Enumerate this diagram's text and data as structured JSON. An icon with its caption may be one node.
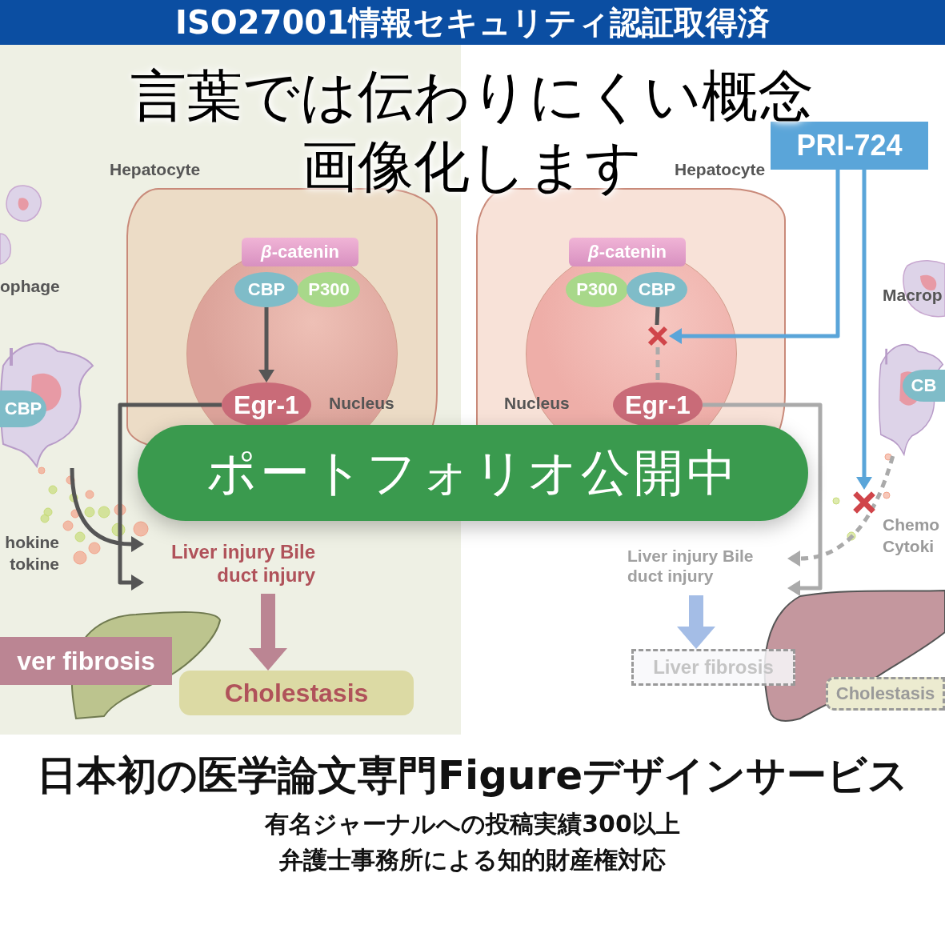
{
  "diagram": {
    "title": "言葉では伝わりにくい概念画像化します",
    "nodes": [
      {
        "text": [
          "ISO27001情報セキュリティ認証取得済"
        ]
      },
      {
        "text": [
          "Hepatocyte"
        ]
      },
      {
        "text": [
          "*β*-catenin"
        ],
        "in": 1
      },
      {
        "text": [
          "Nucleus"
        ],
        "in": 1
      },
      {
        "text": [
          "CBP"
        ],
        "in": 3
      },
      {
        "text": [
          "P300"
        ],
        "in": 3
      },
      {
        "text": [
          "Egr-1"
        ],
        "in": 3
      },
      {
        "text": [
          "Hepatocyte"
        ]
      },
      {
        "text": [
          "*β*-catenin"
        ],
        "in": 7
      },
      {
        "text": [
          "Nucleus"
        ],
        "in": 7
      },
      {
        "text": [
          "P300"
        ],
        "in": 9
      },
      {
        "text": [
          "CBP"
        ],
        "in": 9
      },
      {
        "text": [],
        "shape": "cross",
        "in": 9
      },
      {
        "text": [
          "Egr-1"
        ],
        "in": 9
      },
      {
        "text": [
          "PRI-724"
        ]
      },
      {
        "text": [],
        "shape": "picture"
      },
      {
        "text": [
          "CBP"
        ],
        "in": 15
      },
      {
        "text": [],
        "shape": "picture"
      },
      {
        "text": [
          "CB"
        ],
        "in": 17
      },
      {
        "text": [
          "ポートフォリオ公開中"
        ]
      },
      {
        "text": [
          "Liver injury Bile duct injury"
        ]
      },
      {
        "text": [
          "Liver injury Bile duct injury"
        ]
      },
      {
        "text": [],
        "shape": "cross"
      },
      {
        "text": [
          "ver fibrosis"
        ]
      },
      {
        "text": [
          "Cholestasis"
        ]
      },
      {
        "text": [
          "Liver fibrosis"
        ]
      },
      {
        "text": [
          "Cholestasis"
        ]
      }
    ],
    "edges": [
      {
        "from": 4,
        "to": 6,
        "arrow": "to"
      },
      {
        "from": 6,
        "to": 20,
        "arrow": "to"
      },
      {
        "from": 15,
        "to": 20,
        "arrow": "to"
      },
      {
        "from": 20,
        "to": 24,
        "arrow": "to",
        "style": "thick",
        "color": "#bb8593"
      },
      {
        "from": 11,
        "to": 12,
        "arrow": "none"
      },
      {
        "from": 12,
        "to": 13,
        "arrow": "none",
        "style": "dashed",
        "color": "#aaaaaa"
      },
      {
        "from": 14,
        "to": 12,
        "arrow": "to",
        "color": "#5aa5d9"
      },
      {
        "from": 14,
        "to": 22,
        "arrow": "to",
        "color": "#5aa5d9"
      },
      {
        "from": 17,
        "to": 21,
        "arrow": "to",
        "style": "dashed",
        "color": "#aaaaaa"
      },
      {
        "from": 13,
        "to": 21,
        "arrow": "to",
        "color": "#aaaaaa"
      },
      {
        "from": 21,
        "to": 25,
        "arrow": "to",
        "style": "thick",
        "color": "#a4bde6"
      }
    ],
    "labels": [
      "ophage",
      "Macrop",
      "hokine tokine",
      "Chemo Cytoki",
      "日本初の医学論文専門Figureデザインサービス",
      "有名ジャーナルへの投稿実績300以上",
      "弁護士事務所による知的財産権対応"
    ]
  }
}
